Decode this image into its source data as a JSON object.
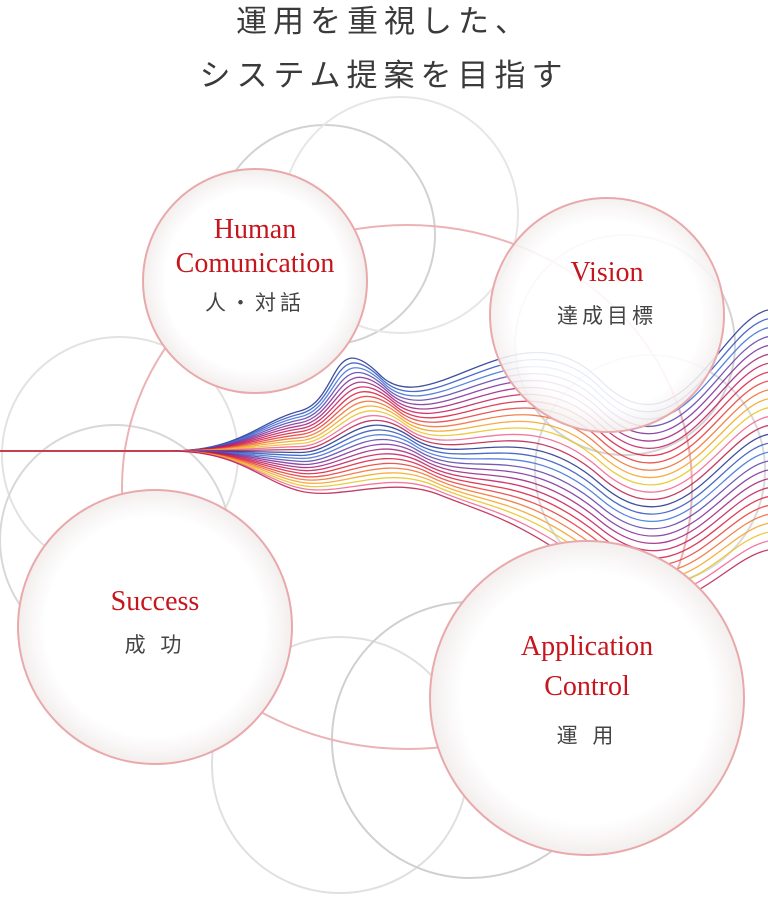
{
  "headline": {
    "line1": "運用を重視した、",
    "line2": "システム提案を目指す"
  },
  "nodes": [
    {
      "key": "human",
      "title_line1": "Human",
      "title_line2": "Comunication",
      "sub": "人・対話"
    },
    {
      "key": "vision",
      "title_line1": "Vision",
      "sub": "達成目標"
    },
    {
      "key": "success",
      "title_line1": "Success",
      "sub": "成 功"
    },
    {
      "key": "application",
      "title_line1": "Application",
      "title_line2": "Control",
      "sub": "運 用"
    }
  ],
  "colors": {
    "title_red": "#c4161c",
    "circle_pink": "#e8a8aa",
    "circle_gray": "#cfcfcf",
    "text_dark": "#3a3a3a"
  }
}
